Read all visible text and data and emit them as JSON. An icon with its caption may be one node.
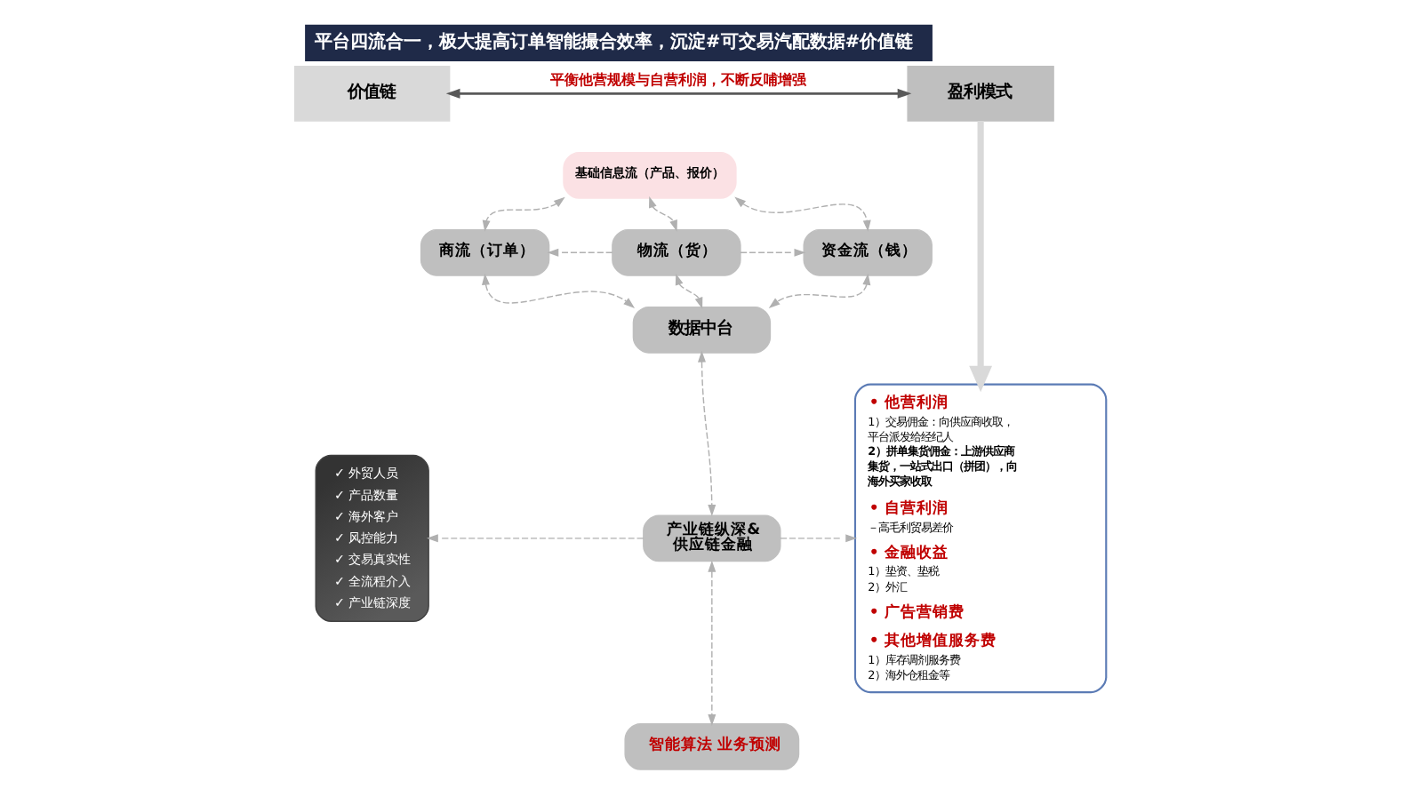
{
  "diagram": {
    "title": "平台四流合一，极大提高订单智能撮合效率，沉淀#可交易汽配数据#价值链",
    "nodes": [
      {
        "text": [
          "价值链"
        ]
      },
      {
        "text": [
          "盈利模式"
        ]
      },
      {
        "text": [
          "✓ 外贸人员",
          "✓ 产品数量",
          "✓ 海外客户",
          "✓ 风控能力",
          "✓ 交易真实性",
          "✓ 全流程介入",
          "✓ 产业链深度"
        ]
      },
      {
        "text": [
          "基础信息流（产品、报价）"
        ]
      },
      {
        "text": [
          "商流（订单）"
        ]
      },
      {
        "text": [
          "物流（货）"
        ]
      },
      {
        "text": [
          "资金流（钱）"
        ]
      },
      {
        "text": [
          "数据中台"
        ]
      },
      {
        "text": [
          "产业链纵深&供应链金融"
        ]
      },
      {
        "text": [
          "智能算法 业务预测"
        ]
      },
      {
        "text": [
          "• 他营利润",
          "1）交易佣金：向供应商收取，平台派发给经纪人",
          "2）拼单集货佣金：上游供应商集货，一站式出口（拼团），向海外买家收取",
          "• 自营利润",
          "－高毛利贸易差价",
          "• 金融收益",
          "1）垫资、垫税",
          "2）外汇",
          "• 广告营销费",
          "• 其他增值服务费",
          "1）库存调剂服务费",
          "2）海外仓租金等"
        ]
      }
    ],
    "edges": [
      {
        "from": 0,
        "to": 1,
        "arrow": "both",
        "label": "平衡他营规模与自营利润，不断反哺增强",
        "color": "#595959"
      },
      {
        "from": 1,
        "to": 10,
        "arrow": "to",
        "style": "thick",
        "color": "#d9d9d9"
      },
      {
        "from": 3,
        "to": 4,
        "arrow": "both",
        "style": "dashed"
      },
      {
        "from": 3,
        "to": 5,
        "arrow": "both",
        "style": "dashed"
      },
      {
        "from": 3,
        "to": 6,
        "arrow": "both",
        "style": "dashed"
      },
      {
        "from": 5,
        "to": 4,
        "arrow": "to",
        "style": "dashed"
      },
      {
        "from": 5,
        "to": 6,
        "arrow": "to",
        "style": "dashed"
      },
      {
        "from": 4,
        "to": 7,
        "arrow": "both",
        "style": "dashed"
      },
      {
        "from": 5,
        "to": 7,
        "arrow": "both",
        "style": "dashed"
      },
      {
        "from": 6,
        "to": 7,
        "arrow": "both",
        "style": "dashed"
      },
      {
        "from": 7,
        "to": 8,
        "arrow": "both",
        "style": "dashed"
      },
      {
        "from": 8,
        "to": 2,
        "arrow": "to",
        "style": "dashed"
      },
      {
        "from": 8,
        "to": 10,
        "arrow": "to",
        "style": "dashed"
      },
      {
        "from": 8,
        "to": 9,
        "arrow": "both",
        "style": "dashed"
      }
    ]
  }
}
